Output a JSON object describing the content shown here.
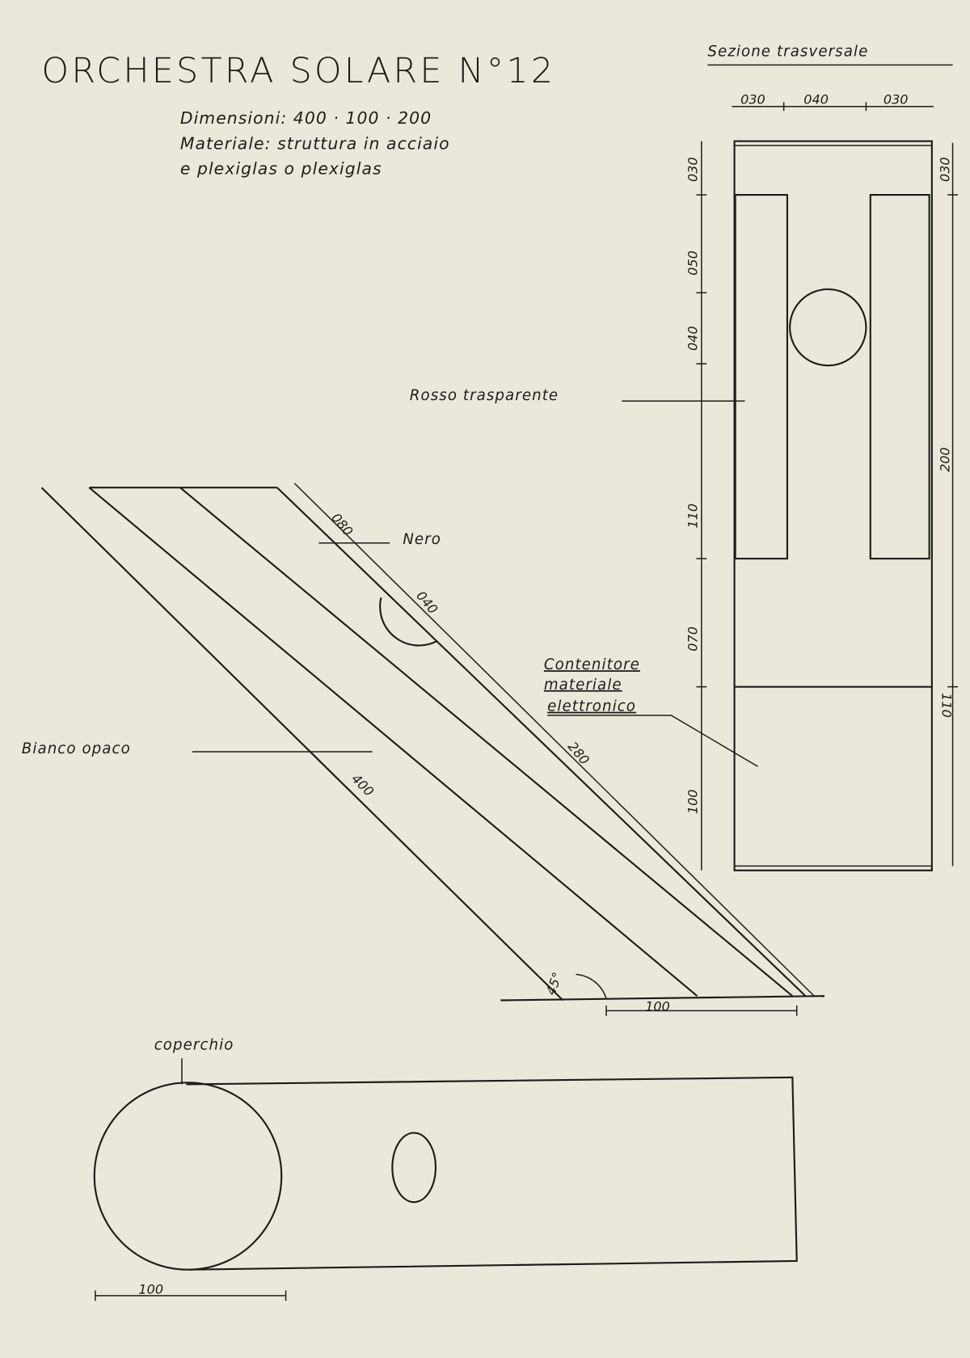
{
  "title": "ORCHESTRA SOLARE N°12",
  "specs": {
    "dimensions": "Dimensioni: 400 · 100 · 200",
    "material_1": "Materiale: struttura in acciaio",
    "material_2": "e plexiglas o plexiglas"
  },
  "section": {
    "title": "Sezione trasversale",
    "width_dims": [
      "030",
      "040",
      "030"
    ],
    "left_dims": [
      "030",
      "050",
      "040",
      "110",
      "070",
      "100"
    ],
    "right_dims": [
      "030",
      "200",
      "110"
    ]
  },
  "labels": {
    "red": "Rosso trasparente",
    "black": "Nero",
    "container_1": "Contenitore",
    "container_2": "materiale",
    "container_3": "elettronico",
    "white": "Bianco opaco",
    "lid": "coperchio"
  },
  "side_view": {
    "dim_080": "080",
    "dim_040": "040",
    "dim_280": "280",
    "dim_400": "400",
    "angle": "45°",
    "base": "100"
  },
  "top_view": {
    "diameter": "100"
  }
}
